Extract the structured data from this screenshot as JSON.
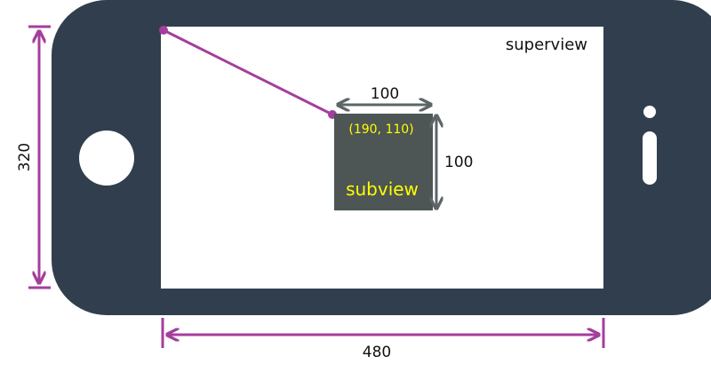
{
  "superview": {
    "label": "superview"
  },
  "subview": {
    "label": "subview",
    "origin_label": "(190, 110)",
    "width_label": "100",
    "height_label": "100"
  },
  "screen": {
    "width_label": "480",
    "height_label": "320"
  },
  "colors": {
    "device_body": "#313e4e",
    "screen": "#ffffff",
    "subview_fill": "#4d5555",
    "subview_text": "#ffff00",
    "accent_purple": "#a43e9c",
    "dimension_gray": "#5d6567",
    "label_black": "#111111"
  },
  "icons": {
    "home_button": "circle-home-button",
    "speaker": "speaker-slot"
  }
}
